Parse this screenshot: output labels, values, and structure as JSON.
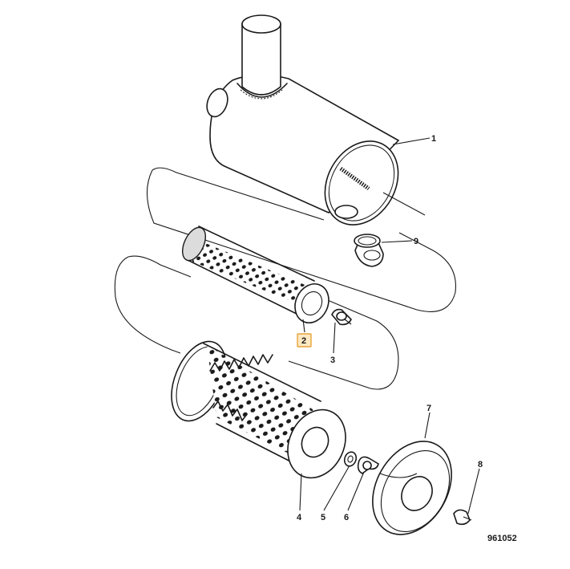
{
  "diagram": {
    "drawing_number": "961052",
    "callouts": [
      {
        "id": "1",
        "text": "1",
        "highlighted": false
      },
      {
        "id": "2",
        "text": "2",
        "highlighted": true
      },
      {
        "id": "3",
        "text": "3",
        "highlighted": false
      },
      {
        "id": "4",
        "text": "4",
        "highlighted": false
      },
      {
        "id": "5",
        "text": "5",
        "highlighted": false
      },
      {
        "id": "6",
        "text": "6",
        "highlighted": false
      },
      {
        "id": "7",
        "text": "7",
        "highlighted": false
      },
      {
        "id": "8",
        "text": "8",
        "highlighted": false
      },
      {
        "id": "9",
        "text": "9",
        "highlighted": false
      }
    ],
    "colors": {
      "line": "#1a1a1a",
      "highlight_fill": "#fde9c2",
      "highlight_border": "#e8a33a"
    }
  }
}
